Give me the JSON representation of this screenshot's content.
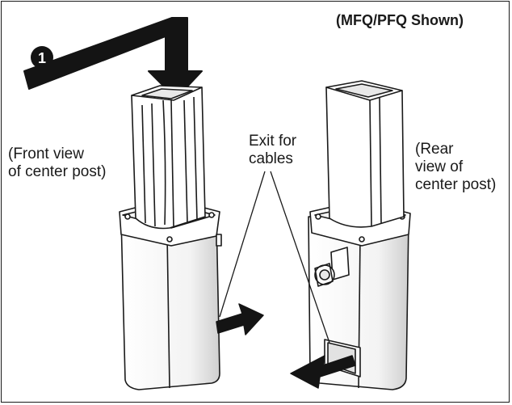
{
  "header": {
    "title": "(MFQ/PFQ Shown)"
  },
  "step": {
    "number": "1"
  },
  "labels": {
    "front": "(Front view\nof center post)",
    "exit": "Exit for\ncables",
    "rear": "(Rear\nview of\ncenter post)"
  },
  "colors": {
    "ink": "#1a1a1a",
    "paper": "#ffffff",
    "shade": "#d9d9d9",
    "arrow": "#141414"
  }
}
